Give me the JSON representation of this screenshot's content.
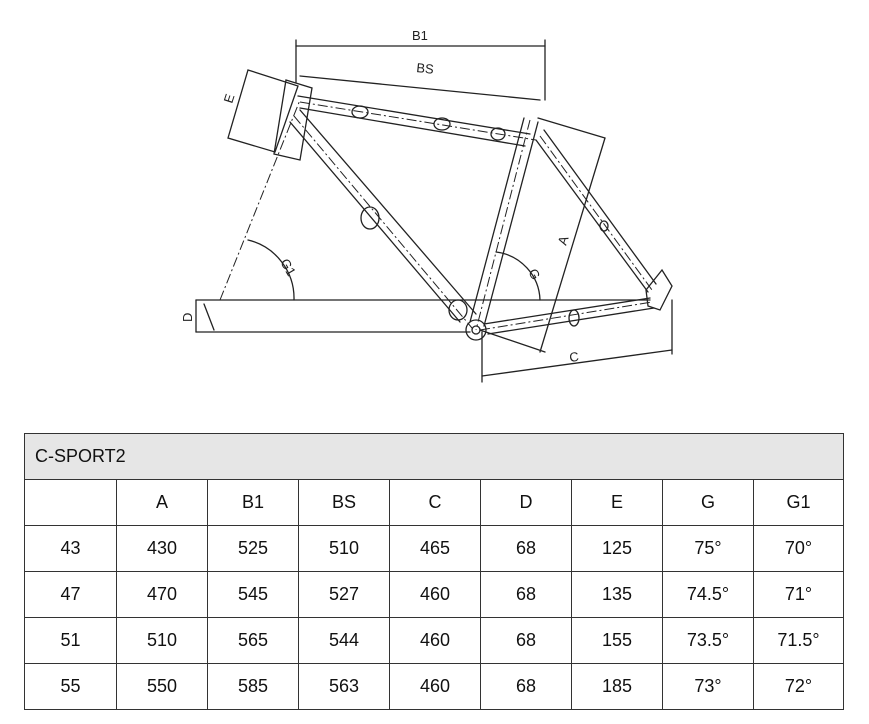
{
  "diagram": {
    "labels": {
      "b1": "B1",
      "bs": "BS",
      "e": "E",
      "a": "A",
      "g": "G",
      "g1": "G1",
      "d": "D",
      "c": "C"
    }
  },
  "table": {
    "title": "C-SPORT2",
    "headers": [
      "",
      "A",
      "B1",
      "BS",
      "C",
      "D",
      "E",
      "G",
      "G1"
    ],
    "rows": [
      [
        "43",
        "430",
        "525",
        "510",
        "465",
        "68",
        "125",
        "75°",
        "70°"
      ],
      [
        "47",
        "470",
        "545",
        "527",
        "460",
        "68",
        "135",
        "74.5°",
        "71°"
      ],
      [
        "51",
        "510",
        "565",
        "544",
        "460",
        "68",
        "155",
        "73.5°",
        "71.5°"
      ],
      [
        "55",
        "550",
        "585",
        "563",
        "460",
        "68",
        "185",
        "73°",
        "72°"
      ]
    ]
  }
}
